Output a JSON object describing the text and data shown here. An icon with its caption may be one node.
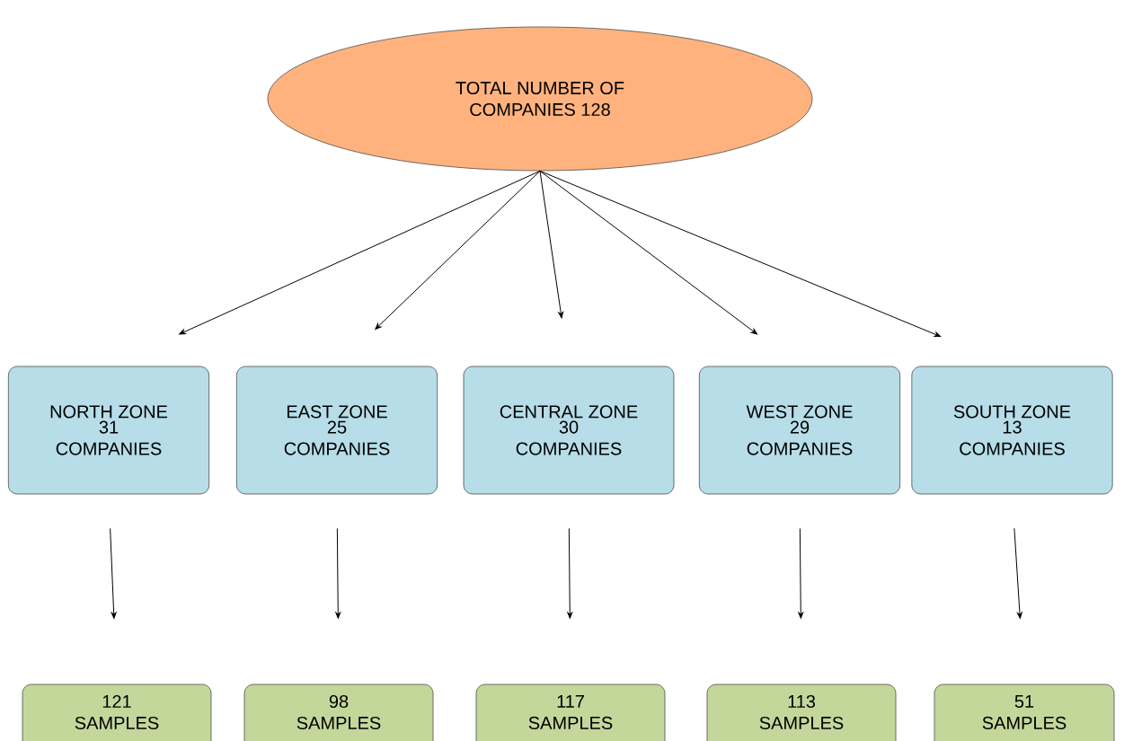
{
  "diagram": {
    "nodes": [
      {
        "text": [
          "TOTAL NUMBER OF COMPANIES 128"
        ]
      },
      {
        "text": [
          "NORTH ZONE",
          "31 COMPANIES"
        ]
      },
      {
        "text": [
          "EAST ZONE",
          "25 COMPANIES"
        ]
      },
      {
        "text": [
          "CENTRAL ZONE",
          "30 COMPANIES"
        ]
      },
      {
        "text": [
          "WEST ZONE",
          "29 COMPANIES"
        ]
      },
      {
        "text": [
          "SOUTH ZONE",
          "13 COMPANIES"
        ]
      },
      {
        "text": [
          "121 SAMPLES"
        ]
      },
      {
        "text": [
          "98 SAMPLES"
        ]
      },
      {
        "text": [
          "117 SAMPLES"
        ]
      },
      {
        "text": [
          "113 SAMPLES"
        ]
      },
      {
        "text": [
          "51 SAMPLES"
        ]
      }
    ],
    "edges": [
      {
        "from": 0,
        "to": 1,
        "arrow": "to"
      },
      {
        "from": 0,
        "to": 2,
        "arrow": "to"
      },
      {
        "from": 0,
        "to": 3,
        "arrow": "to"
      },
      {
        "from": 0,
        "to": 4,
        "arrow": "to"
      },
      {
        "from": 0,
        "to": 5,
        "arrow": "to"
      },
      {
        "from": 1,
        "to": 6,
        "arrow": "to"
      },
      {
        "from": 2,
        "to": 7,
        "arrow": "to"
      },
      {
        "from": 3,
        "to": 8,
        "arrow": "to"
      },
      {
        "from": 4,
        "to": 9,
        "arrow": "to"
      },
      {
        "from": 5,
        "to": 10,
        "arrow": "to"
      }
    ]
  }
}
